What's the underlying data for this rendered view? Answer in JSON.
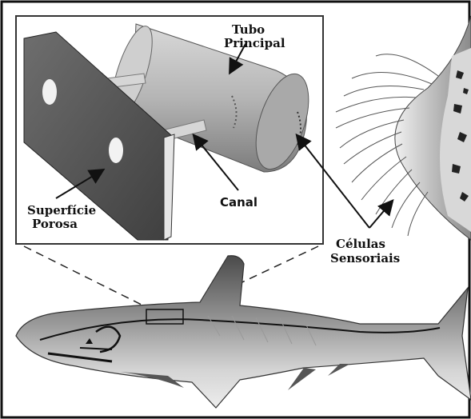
{
  "labels": {
    "main_tube": [
      "Tubo",
      "Principal"
    ],
    "porous_surface": [
      "Superfície",
      "Porosa"
    ],
    "canal": "Canal",
    "sensory_cells": [
      "Células",
      "Sensoriais"
    ]
  }
}
